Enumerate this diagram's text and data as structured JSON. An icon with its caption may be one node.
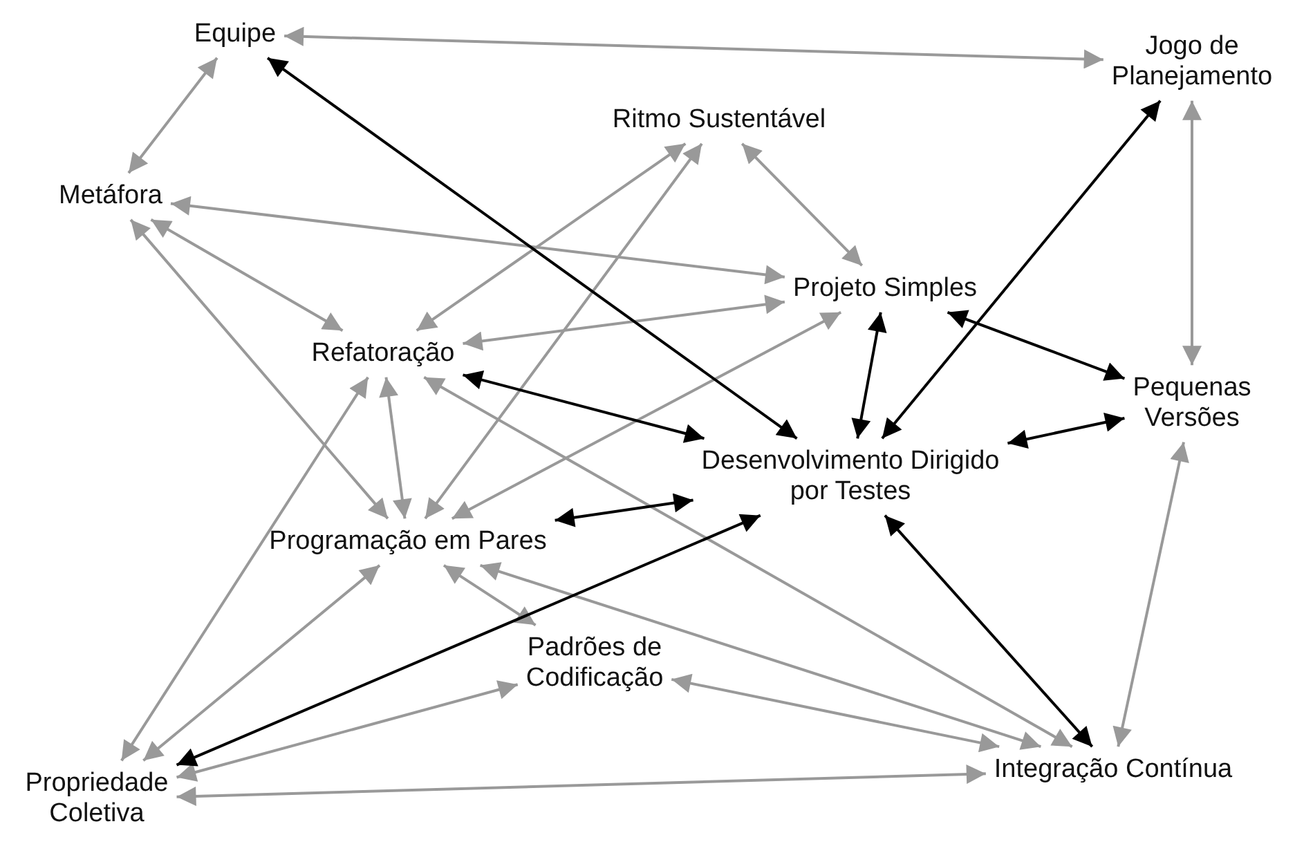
{
  "diagram": {
    "nodes": [
      {
        "text": [
          "Equipe"
        ]
      },
      {
        "text": [
          "Jogo de Planejamento"
        ]
      },
      {
        "text": [
          "Ritmo Sustentável"
        ]
      },
      {
        "text": [
          "Metáfora"
        ]
      },
      {
        "text": [
          "Projeto Simples"
        ]
      },
      {
        "text": [
          "Refatoração"
        ]
      },
      {
        "text": [
          "Pequenas Versões"
        ]
      },
      {
        "text": [
          "Desenvolvimento Dirigido por Testes"
        ]
      },
      {
        "text": [
          "Programação em Pares"
        ]
      },
      {
        "text": [
          "Padrões de Codificação"
        ]
      },
      {
        "text": [
          "Propriedade Coletiva"
        ]
      },
      {
        "text": [
          "Integração Contínua"
        ]
      }
    ],
    "edges": [
      {
        "from": 0,
        "to": 1,
        "arrow": "both"
      },
      {
        "from": 0,
        "to": 3,
        "arrow": "both"
      },
      {
        "from": 3,
        "to": 4,
        "arrow": "both"
      },
      {
        "from": 3,
        "to": 5,
        "arrow": "both"
      },
      {
        "from": 3,
        "to": 8,
        "arrow": "both"
      },
      {
        "from": 2,
        "to": 5,
        "arrow": "both"
      },
      {
        "from": 2,
        "to": 8,
        "arrow": "both"
      },
      {
        "from": 2,
        "to": 4,
        "arrow": "both"
      },
      {
        "from": 5,
        "to": 4,
        "arrow": "both"
      },
      {
        "from": 5,
        "to": 8,
        "arrow": "both"
      },
      {
        "from": 5,
        "to": 11,
        "arrow": "both"
      },
      {
        "from": 8,
        "to": 4,
        "arrow": "both"
      },
      {
        "from": 8,
        "to": 9,
        "arrow": "both"
      },
      {
        "from": 8,
        "to": 11,
        "arrow": "both"
      },
      {
        "from": 10,
        "to": 5,
        "arrow": "both"
      },
      {
        "from": 10,
        "to": 8,
        "arrow": "both"
      },
      {
        "from": 10,
        "to": 9,
        "arrow": "both"
      },
      {
        "from": 10,
        "to": 11,
        "arrow": "both"
      },
      {
        "from": 9,
        "to": 11,
        "arrow": "both"
      },
      {
        "from": 1,
        "to": 6,
        "arrow": "both"
      },
      {
        "from": 6,
        "to": 11,
        "arrow": "both"
      },
      {
        "from": 0,
        "to": 7,
        "arrow": "both",
        "color": "#000000"
      },
      {
        "from": 5,
        "to": 7,
        "arrow": "both",
        "color": "#000000"
      },
      {
        "from": 4,
        "to": 7,
        "arrow": "both",
        "color": "#000000"
      },
      {
        "from": 4,
        "to": 6,
        "arrow": "both",
        "color": "#000000"
      },
      {
        "from": 1,
        "to": 7,
        "arrow": "both",
        "color": "#000000"
      },
      {
        "from": 7,
        "to": 6,
        "arrow": "both",
        "color": "#000000"
      },
      {
        "from": 8,
        "to": 7,
        "arrow": "both",
        "color": "#000000"
      },
      {
        "from": 10,
        "to": 7,
        "arrow": "both",
        "color": "#000000"
      },
      {
        "from": 7,
        "to": 11,
        "arrow": "both",
        "color": "#000000"
      }
    ]
  }
}
